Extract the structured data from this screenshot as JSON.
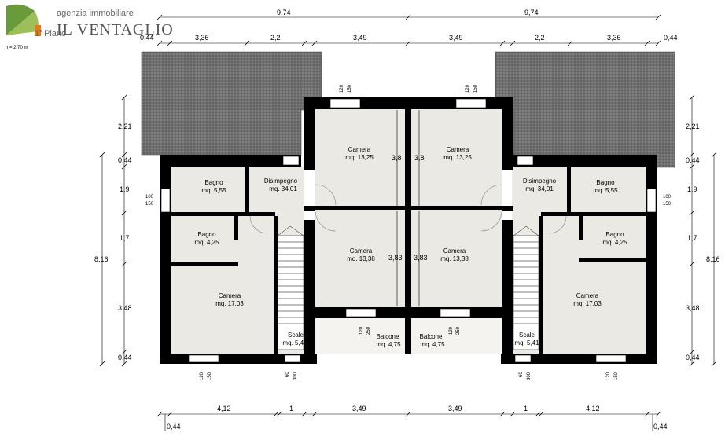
{
  "header": {
    "agency": "agenzia immobiliare",
    "brand": "IL VENTAGLIO",
    "floor": "Piano",
    "floor_prefix": "1°",
    "height_note": "h = 2,70 m"
  },
  "dims": {
    "top_total_left": "9,74",
    "top_total_right": "9,74",
    "top_seg": [
      "0,44",
      "3,36",
      "2,2",
      "3,49",
      "3,49",
      "2,2",
      "3,36",
      "0,44"
    ],
    "bottom_seg": [
      "4,12",
      "1",
      "3,49",
      "3,49",
      "1",
      "4,12"
    ],
    "bottom_end_left": "0,44",
    "bottom_end_right": "0,44",
    "left_side": [
      "2,21",
      "0,44",
      "1,9",
      "1,7",
      "3,48",
      "0,44"
    ],
    "right_side": [
      "2,21",
      "0,44",
      "1,9",
      "1,7",
      "3,48",
      "0,44"
    ],
    "left_total": "8,16",
    "right_total": "8,16",
    "inner_38_l": "3,8",
    "inner_38_r": "3,8",
    "inner_383_l": "3,83",
    "inner_383_r": "3,83"
  },
  "rooms": {
    "camera_top_l": {
      "name": "Camera",
      "area": "mq. 13,25"
    },
    "camera_top_r": {
      "name": "Camera",
      "area": "mq. 13,25"
    },
    "camera_mid_l": {
      "name": "Camera",
      "area": "mq. 13,38"
    },
    "camera_mid_r": {
      "name": "Camera",
      "area": "mq. 13,38"
    },
    "camera_big_l": {
      "name": "Camera",
      "area": "mq. 17,03"
    },
    "camera_big_r": {
      "name": "Camera",
      "area": "mq. 17,03"
    },
    "bagno_top_l": {
      "name": "Bagno",
      "area": "mq. 5,55"
    },
    "bagno_top_r": {
      "name": "Bagno",
      "area": "mq. 5,55"
    },
    "bagno_mid_l": {
      "name": "Bagno",
      "area": "mq. 4,25"
    },
    "bagno_mid_r": {
      "name": "Bagno",
      "area": "mq. 4,25"
    },
    "disimpegno_l": {
      "name": "Disimpegno",
      "area": "mq. 34,01"
    },
    "disimpegno_r": {
      "name": "Disimpegno",
      "area": "mq. 34,01"
    },
    "balcone_l": {
      "name": "Balcone",
      "area": "mq. 4,75"
    },
    "balcone_r": {
      "name": "Balcone",
      "area": "mq. 4,75"
    },
    "scale_l": {
      "name": "Scale",
      "area": "mq. 5,41"
    },
    "scale_r": {
      "name": "Scale",
      "area": "mq. 5,41"
    }
  },
  "openings": {
    "w_top_a": "120",
    "w_top_b": "150",
    "w_side_a": "100",
    "w_side_b": "150",
    "w_bal_a": "120",
    "w_bal_b": "250",
    "w_bot_a": "120",
    "w_bot_b": "150",
    "w_sc_a": "60",
    "w_sc_b": "300"
  },
  "colors": {
    "room_fill": "#ebe9e4",
    "roof": "#7a7a7a",
    "logo_green": "#6a9b3a",
    "logo_orange": "#e47a1a"
  }
}
